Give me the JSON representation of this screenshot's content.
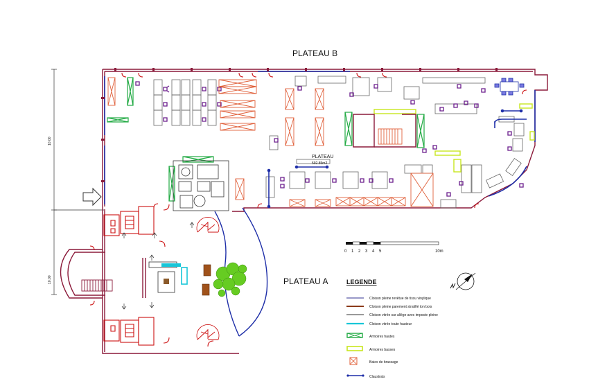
{
  "titles": {
    "plateau_b": "PLATEAU B",
    "plateau_a": "PLATEAU A",
    "area_name": "PLATEAU",
    "area_size": "592.85m2"
  },
  "dimensions": {
    "upper": "10.00",
    "lower": "10.00"
  },
  "scale_bar": {
    "labels": [
      "0",
      "1",
      "2",
      "3",
      "4",
      "5",
      "10m"
    ]
  },
  "legend": {
    "title": "LEGENDE",
    "items": [
      {
        "label": "Cloison pleine revêtue de tissu vinylique",
        "color": "#5a5aa8"
      },
      {
        "label": "Cloison pleine parement stratifié ton bois",
        "color": "#8b3a1a"
      },
      {
        "label": "Cloison vitrée sur allège avec imposte pleine",
        "color": "#333333"
      },
      {
        "label": "Cloison vitrée toute hauteur",
        "color": "#18c6d8"
      },
      {
        "label": "Armoires hautes",
        "color": "#22aa44"
      },
      {
        "label": "Armoires basses",
        "color": "#c8e61e"
      },
      {
        "label": "Baies de brassage",
        "color": "#e0603a"
      },
      {
        "label": "Claustrats",
        "color": "#1f2fa8"
      }
    ]
  },
  "colors": {
    "wall_outline": "#8b1a3a",
    "wall_fill": "#c25a7a",
    "glass_wall": "#1f2fa8",
    "desk": "#666666",
    "chair": "#6a1c8c",
    "cabinet_high": "#22aa44",
    "cabinet_low": "#c8e61e",
    "rack": "#e0603a",
    "door": "#cc1111",
    "plant": "#66cc22"
  },
  "icons": [
    "north-arrow-icon",
    "entrance-arrow-icon"
  ]
}
